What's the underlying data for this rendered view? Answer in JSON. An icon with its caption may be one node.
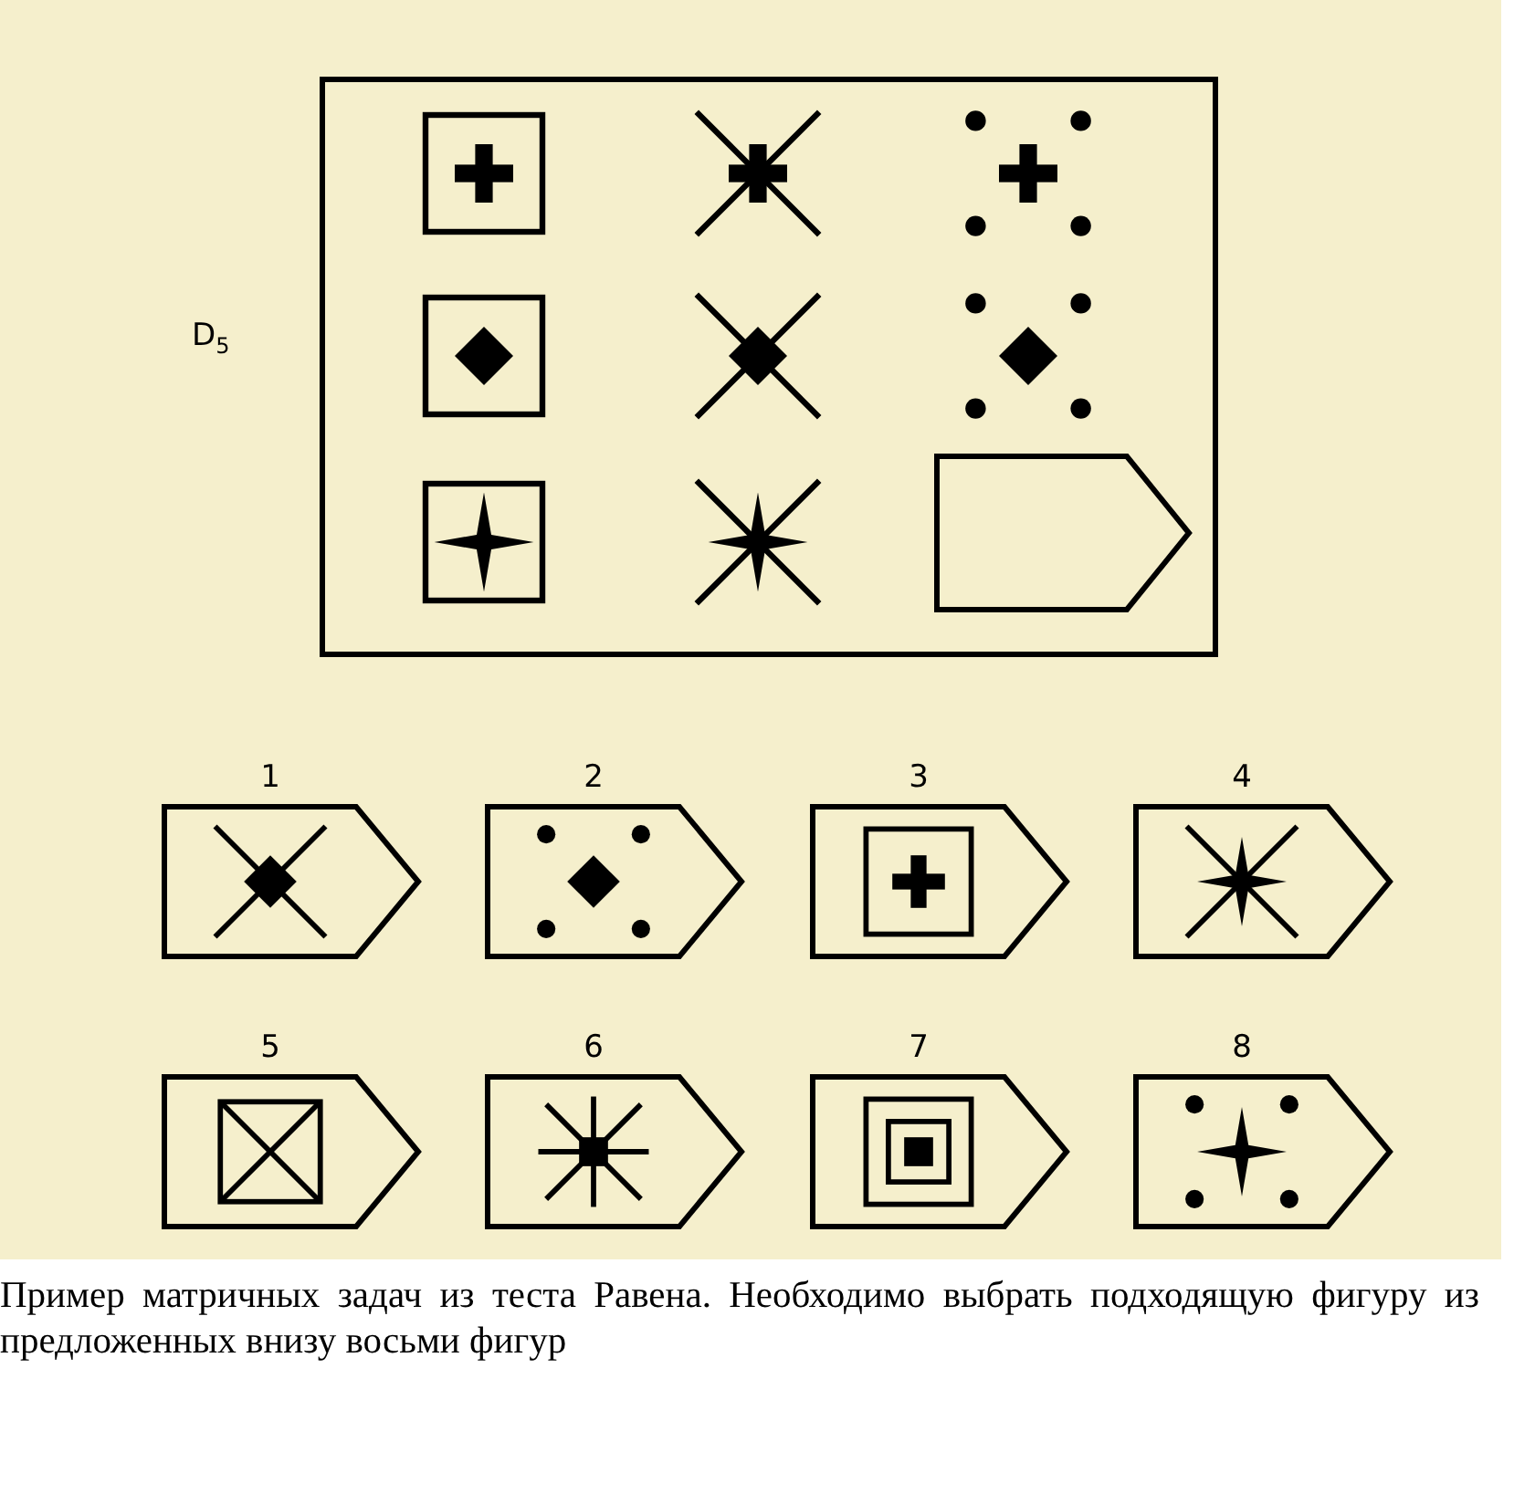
{
  "diagram": {
    "caption": "Пример матричных задач из теста Равена. Необходимо выбрать подходящую фигуру из предложенных внизу восьми фигур",
    "nodes": [
      {
        "text": [
          "D$_{5}$"
        ]
      },
      {
        "text": [],
        "shape": "pentagon",
        "in": 0
      },
      {
        "text": [
          "1"
        ]
      },
      {
        "text": [
          "2"
        ]
      },
      {
        "text": [
          "3"
        ]
      },
      {
        "text": [
          "4"
        ]
      },
      {
        "text": [
          "5"
        ]
      },
      {
        "text": [
          "6"
        ]
      },
      {
        "text": [
          "7"
        ]
      },
      {
        "text": [
          "8"
        ]
      }
    ]
  }
}
